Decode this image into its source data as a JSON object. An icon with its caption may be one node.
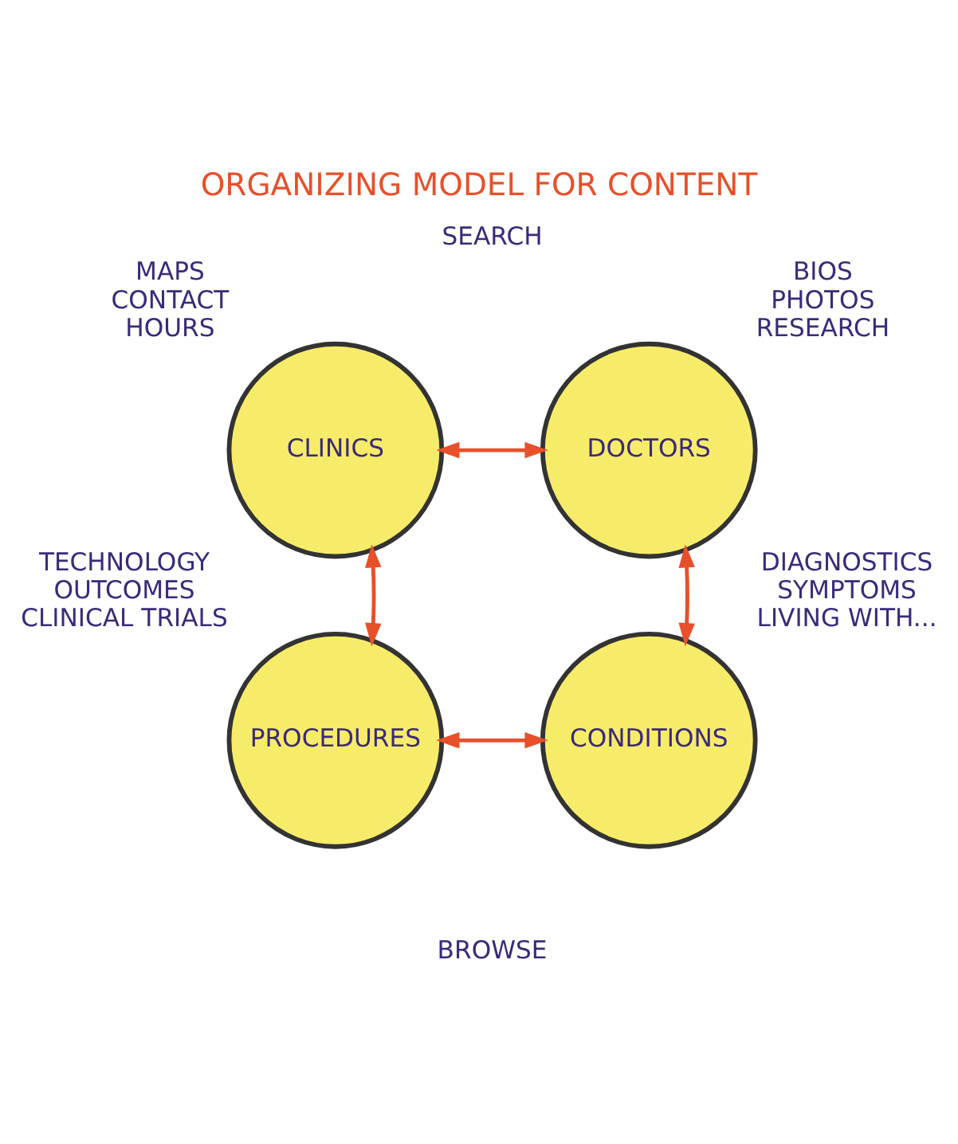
{
  "diagram": {
    "title": "ORGANIZING MODEL FOR CONTENT",
    "nodes": [
      {
        "text": [
          "CLINICS"
        ],
        "beside": [
          "MAPS",
          "CONTACT",
          "HOURS"
        ]
      },
      {
        "text": [
          "DOCTORS"
        ],
        "beside": [
          "BIOS",
          "PHOTOS",
          "RESEARCH"
        ]
      },
      {
        "text": [
          "PROCEDURES"
        ],
        "beside": [
          "TECHNOLOGY",
          "OUTCOMES",
          "CLINICAL TRIALS"
        ]
      },
      {
        "text": [
          "CONDITIONS"
        ],
        "beside": [
          "DIAGNOSTICS",
          "SYMPTOMS",
          "LIVING WITH..."
        ]
      }
    ],
    "edges": [
      {
        "from": 0,
        "to": 1,
        "arrow": "both"
      },
      {
        "from": 1,
        "to": 3,
        "arrow": "both"
      },
      {
        "from": 0,
        "to": 2,
        "arrow": "both"
      },
      {
        "from": 2,
        "to": 3,
        "arrow": "both"
      }
    ],
    "labels": [
      "SEARCH",
      "BROWSE"
    ]
  }
}
